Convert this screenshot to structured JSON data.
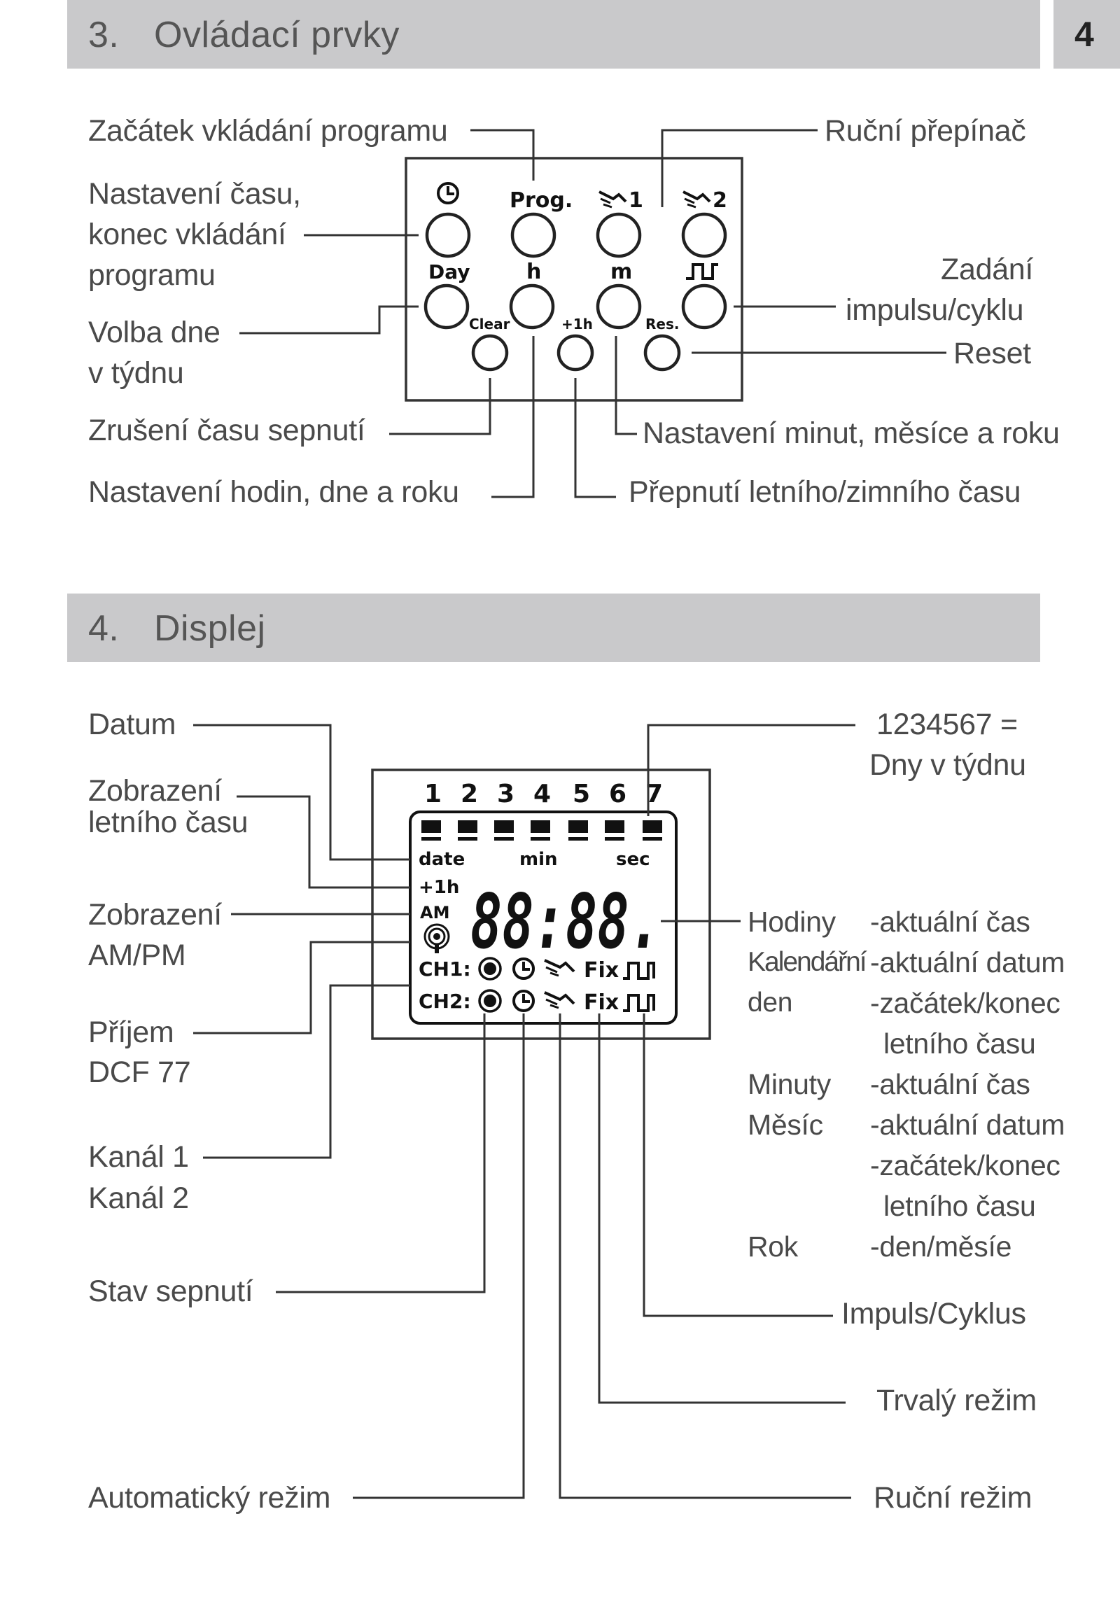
{
  "section3": {
    "number": "3.",
    "title": "Ovládací prvky",
    "page_number": "4",
    "buttons": {
      "clock_icon": "clock",
      "prog": "Prog.",
      "manual1": "1",
      "manual2": "2",
      "day": "Day",
      "h": "h",
      "m": "m",
      "clear": "Clear",
      "plus1h": "+1h",
      "res": "Res."
    },
    "labels": {
      "program_start": "Začátek vkládání programu",
      "time_set_1": "Nastavení času,",
      "time_set_2": "konec vkládání",
      "time_set_3": "programu",
      "weekday_1": "Volba dne",
      "weekday_2": "v týdnu",
      "clear_time": "Zrušení času sepnutí",
      "hours_set": "Nastavení hodin, dne a roku",
      "manual_switch": "Ruční přepínač",
      "impulse_1": "Zadání",
      "impulse_2": "impulsu/cyklu",
      "reset": "Reset",
      "minutes_set": "Nastavení minut, měsíce a roku",
      "dst_switch": "Přepnutí letního/zimního času"
    }
  },
  "section4": {
    "number": "4.",
    "title": "Displej",
    "lcd": {
      "days": [
        "1",
        "2",
        "3",
        "4",
        "5",
        "6",
        "7"
      ],
      "date": "date",
      "min": "min",
      "sec": "sec",
      "plus1h": "+1h",
      "am": "AM",
      "digits": "88:88.",
      "ch1": "CH1:",
      "ch2": "CH2:",
      "fix": "Fix"
    },
    "labels": {
      "datum": "Datum",
      "summer_1": "Zobrazení",
      "summer_2": "letního času",
      "ampm_1": "Zobrazení",
      "ampm_2": "AM/PM",
      "dcf_1": "Příjem",
      "dcf_2": "DCF 77",
      "channel1": "Kanál 1",
      "channel2": "Kanál 2",
      "switch_state": "Stav sepnutí",
      "auto_mode": "Automatický režim",
      "weekdays_1": "1234567 =",
      "weekdays_2": "Dny v týdnu",
      "impulse_cycle": "Impuls/Cyklus",
      "permanent_mode": "Trvalý režim",
      "manual_mode": "Ruční režim"
    },
    "legend": [
      {
        "name": "Hodiny",
        "desc": "-aktuální čas"
      },
      {
        "name": "Kalendářní",
        "desc": "-aktuální  datum"
      },
      {
        "name": "den",
        "desc": "-začátek/konec"
      },
      {
        "name": "",
        "desc": "letního času"
      },
      {
        "name": "Minuty",
        "desc": "-aktuální čas"
      },
      {
        "name": "Měsíc",
        "desc": "-aktuální  datum"
      },
      {
        "name": "",
        "desc": "-začátek/konec"
      },
      {
        "name": "",
        "desc": "letního času"
      },
      {
        "name": "Rok",
        "desc": "-den/měsíe"
      }
    ]
  }
}
